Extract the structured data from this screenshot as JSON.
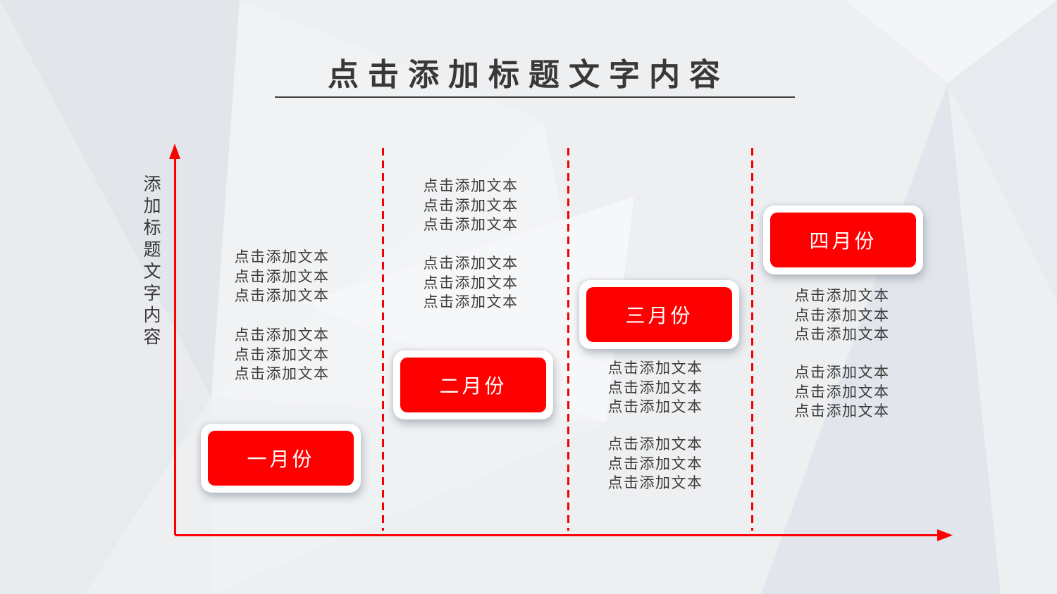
{
  "title": {
    "text": "点击添加标题文字内容"
  },
  "y_axis": {
    "label": "添加标题文字内容"
  },
  "columns": [
    {
      "month": "一月份",
      "groups": [
        [
          "点击添加文本",
          "点击添加文本",
          "点击添加文本"
        ],
        [
          "点击添加文本",
          "点击添加文本",
          "点击添加文本"
        ]
      ]
    },
    {
      "month": "二月份",
      "groups": [
        [
          "点击添加文本",
          "点击添加文本",
          "点击添加文本"
        ],
        [
          "点击添加文本",
          "点击添加文本",
          "点击添加文本"
        ]
      ]
    },
    {
      "month": "三月份",
      "groups": [
        [
          "点击添加文本",
          "点击添加文本",
          "点击添加文本"
        ],
        [
          "点击添加文本",
          "点击添加文本",
          "点击添加文本"
        ]
      ]
    },
    {
      "month": "四月份",
      "groups": [
        [
          "点击添加文本",
          "点击添加文本",
          "点击添加文本"
        ],
        [
          "点击添加文本",
          "点击添加文本",
          "点击添加文本"
        ]
      ]
    }
  ],
  "colors": {
    "accent_red": "#fe0000",
    "title_text": "#383838",
    "body_text": "#3b3b3b",
    "card_white": "#ffffff",
    "underline": "#3f3f3f"
  }
}
